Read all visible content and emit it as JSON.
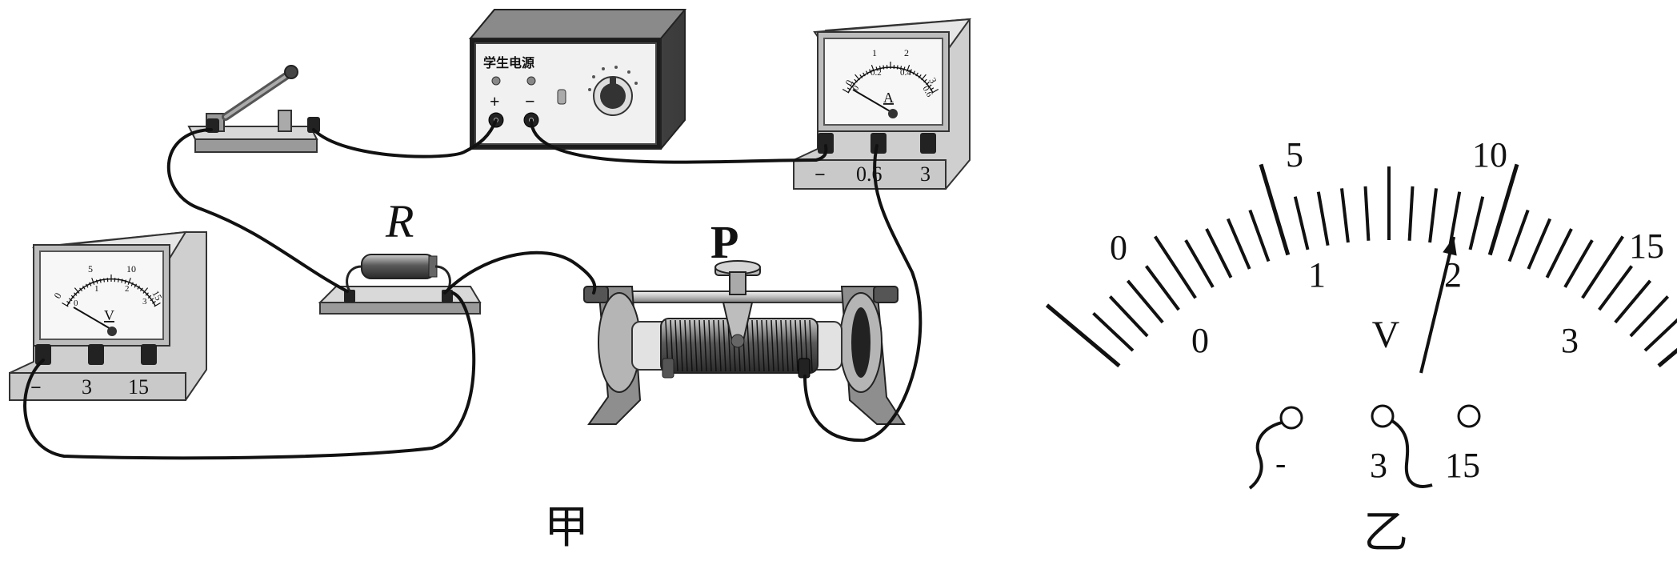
{
  "figure_a": {
    "caption": "甲",
    "resistor_label": "R",
    "slider_label": "P",
    "power_supply": {
      "title": "学生电源",
      "plus": "+",
      "minus": "−"
    },
    "ammeter": {
      "unit": "A",
      "scale_top": [
        "0",
        "1",
        "2",
        "3"
      ],
      "scale_bottom": [
        "0",
        "0.2",
        "0.4",
        "0.6"
      ],
      "terminals": [
        "−",
        "0.6",
        "3"
      ]
    },
    "voltmeter": {
      "unit": "V",
      "scale_top": [
        "0",
        "5",
        "10",
        "15"
      ],
      "scale_bottom": [
        "0",
        "1",
        "2",
        "3"
      ],
      "terminals": [
        "−",
        "3",
        "15"
      ]
    }
  },
  "figure_b": {
    "caption": "乙",
    "unit": "V",
    "scale_top": [
      "0",
      "5",
      "10",
      "15"
    ],
    "scale_bottom": [
      "0",
      "1",
      "2",
      "3"
    ],
    "terminals": [
      "-",
      "3",
      "15"
    ],
    "reading_major_divisions": 9.6,
    "reading_max": 15
  }
}
